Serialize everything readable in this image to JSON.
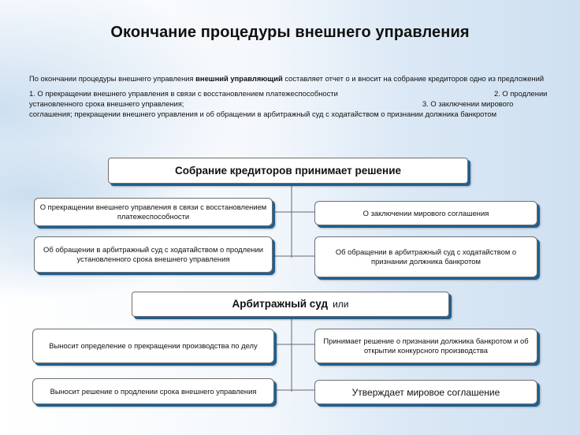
{
  "title": "Окончание процедуры внешнего управления",
  "intro": {
    "p1_before": "По окончании процедуры внешнего управления ",
    "p1_bold": "внешний управляющий",
    "p1_after": " составляет отчет о и вносит на собрание кредиторов одно из предложений",
    "p2_a": "1. О прекращении внешнего управления  в связи с восстановлением платежеспособности",
    "p2_b": "2. О  продлении",
    "p2_c": "установленного срока внешнего управления;",
    "p2_d": "3. О заключении мирового",
    "p2_e": "соглашения; прекращении внешнего управления и об обращении в арбитражный суд  с ходатайством о признании должника банкротом"
  },
  "section1": {
    "header": "Собрание кредиторов принимает решение",
    "left_top": "О прекращении  внешнего управления в связи с восстановлением платежеспособности",
    "left_bottom": "Об обращении в арбитражный суд с ходатайством о продлении установленного срока внешнего управления",
    "right_top": "О заключении мирового соглашения",
    "right_bottom": "Об обращении в арбитражный суд с ходатайством о признании должника банкротом"
  },
  "section2": {
    "header": "Арбитражный суд",
    "header_suffix": "или",
    "left_top": "Выносит определение о прекращении производства по делу",
    "left_bottom": "Выносит решение о продлении срока внешнего управления",
    "right_top": "Принимает решение о признании должника банкротом и об открытии конкурсного производства",
    "right_bottom": "Утверждает мировое соглашение"
  }
}
